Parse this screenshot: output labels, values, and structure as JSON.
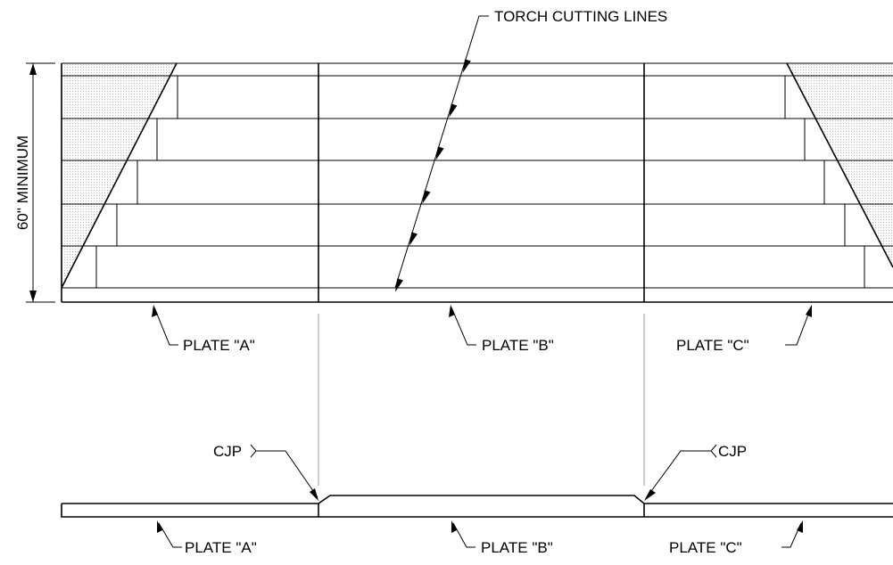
{
  "labels": {
    "torch_cutting_lines": "TORCH CUTTING LINES",
    "dimension": "60\" MINIMUM",
    "plate_a_top": "PLATE \"A\"",
    "plate_b_top": "PLATE \"B\"",
    "plate_c_top": "PLATE \"C\"",
    "cjp_left": "CJP",
    "cjp_right": "CJP",
    "plate_a_bottom": "PLATE \"A\"",
    "plate_b_bottom": "PLATE \"B\"",
    "plate_c_bottom": "PLATE \"C\""
  },
  "colors": {
    "line": "#000000",
    "hatch": "#d6d6d6",
    "reference_line": "#9a9a9a"
  }
}
